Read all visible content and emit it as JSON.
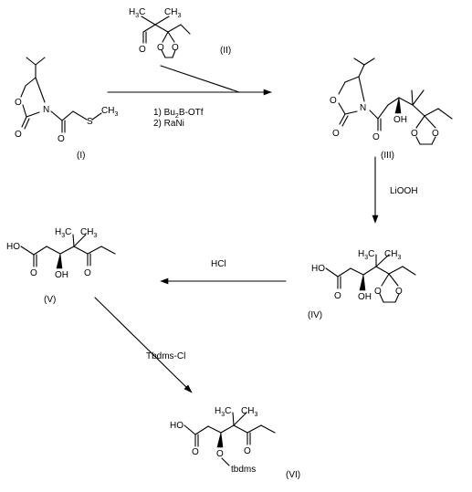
{
  "compounds": {
    "I": {
      "label": "(I)"
    },
    "II": {
      "label": "(II)"
    },
    "III": {
      "label": "(III)"
    },
    "IV": {
      "label": "(IV)"
    },
    "V": {
      "label": "(V)"
    },
    "VI": {
      "label": "(VI)"
    }
  },
  "atoms": {
    "O": "O",
    "N": "N",
    "S": "S",
    "OH": "OH",
    "HO": "HO",
    "H3C": "H",
    "CH3": "CH",
    "sub3": "3",
    "tbdms": "tbdms"
  },
  "reagents": {
    "step1_line1": "1) Bu",
    "step1_sub": "2",
    "step1_line1b": "B-OTf",
    "step1_line2": "2) RaNi",
    "step2": "LiOOH",
    "step3": "HCl",
    "step4": "Tbdms-Cl"
  }
}
